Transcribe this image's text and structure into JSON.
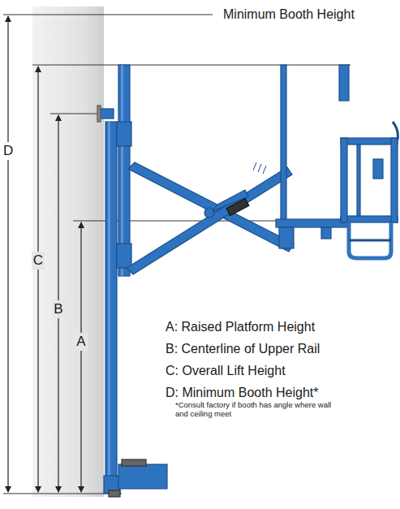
{
  "diagram": {
    "labels": [
      "Minimum Booth Height",
      "D",
      "C",
      "B",
      "A",
      "A: Raised Platform Height",
      "B: Centerline of Upper Rail",
      "C: Overall Lift Height",
      "D: Minimum Booth Height*",
      "*Consult factory if booth has angle where wall and ceiling meet"
    ]
  }
}
